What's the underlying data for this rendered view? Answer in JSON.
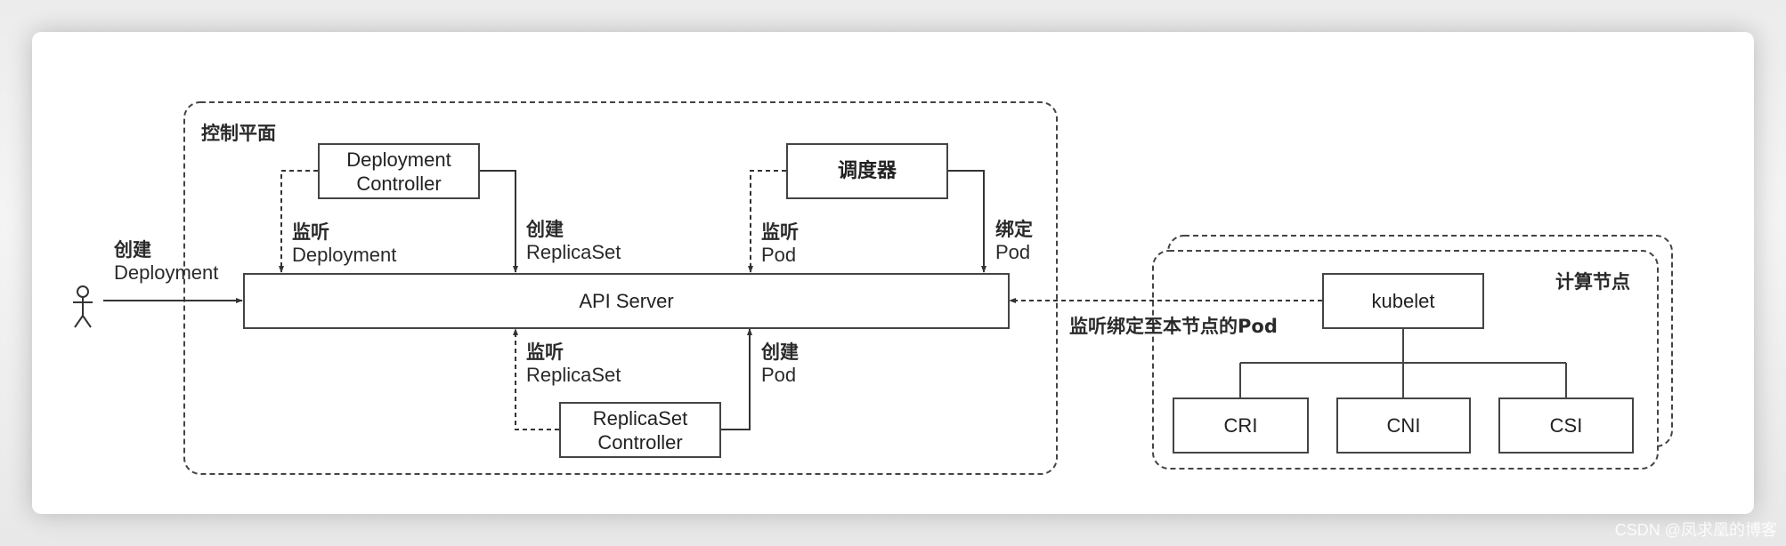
{
  "diagram": {
    "control_plane": {
      "title": "控制平面",
      "api_server": "API Server",
      "deployment_controller": [
        "Deployment",
        "Controller"
      ],
      "scheduler": "调度器",
      "replicaset_controller": [
        "ReplicaSet",
        "Controller"
      ]
    },
    "compute_node": {
      "title": "计算节点",
      "kubelet": "kubelet",
      "plugins": [
        "CRI",
        "CNI",
        "CSI"
      ]
    },
    "edges": {
      "user_create": [
        "创建",
        "Deployment"
      ],
      "watch_deployment": [
        "监听",
        "Deployment"
      ],
      "create_replicaset": [
        "创建",
        "ReplicaSet"
      ],
      "watch_pod": [
        "监听",
        "Pod"
      ],
      "bind_pod": [
        "绑定",
        "Pod"
      ],
      "watch_replicaset": [
        "监听",
        "ReplicaSet"
      ],
      "create_pod": [
        "创建",
        "Pod"
      ],
      "kubelet_watch": "监听绑定至本节点的Pod"
    }
  },
  "watermark": "CSDN @凤求凰的博客"
}
